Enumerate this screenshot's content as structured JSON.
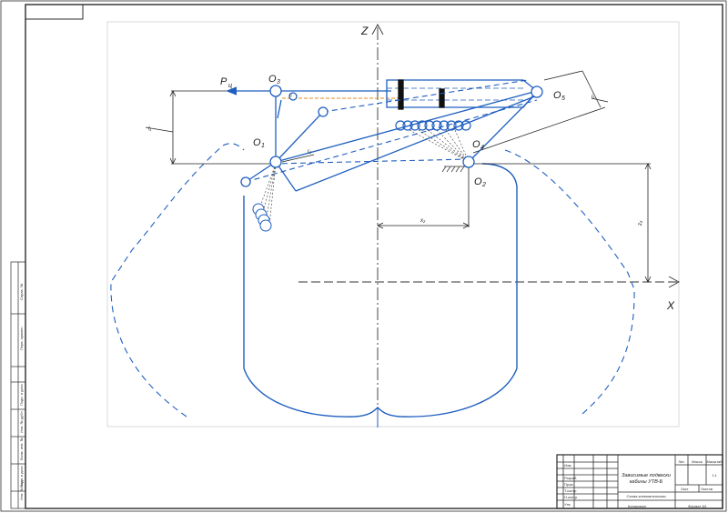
{
  "axes": {
    "z_label": "Z",
    "x_label": "X"
  },
  "points": {
    "o1": {
      "main": "O",
      "sub": "1"
    },
    "o2": {
      "main": "O",
      "sub": "2"
    },
    "o3": {
      "main": "O",
      "sub": "3"
    },
    "o4": {
      "main": "O",
      "sub": "4"
    },
    "o5": {
      "main": "O",
      "sub": "5"
    }
  },
  "force": {
    "main": "P",
    "sub": "ц"
  },
  "dimensions": {
    "left_vertical": "l₁",
    "right_vertical": "z₂",
    "bottom_horizontal": "x₂",
    "cylinder_leader": "l₁",
    "joint_leader": "r₁",
    "hatch_note": "i₂"
  },
  "title_block": {
    "name_line1": "Зависимые подвески",
    "name_line2": "кабины УТВ-Б",
    "note": "Схема кинематическая",
    "letter_col": "Лит.",
    "mass_col": "Масса",
    "scale_col": "Масштаб",
    "scale_value": "1:1",
    "sheet_label": "Лист",
    "sheets_label": "Листов",
    "sheets_value": "1",
    "copied": "Копировал",
    "format": "Формат   А3",
    "rows": [
      "Изм.",
      "Разраб.",
      "Пров.",
      "Т.контр.",
      "Н.контр.",
      "Утв."
    ]
  },
  "side_stamp": [
    "Инв. № подл.",
    "Подп. и дата",
    "Взам. инв. №",
    "Инв. № дубл.",
    "Подп. и дата",
    "Перв. примен.",
    "Справ. №"
  ]
}
